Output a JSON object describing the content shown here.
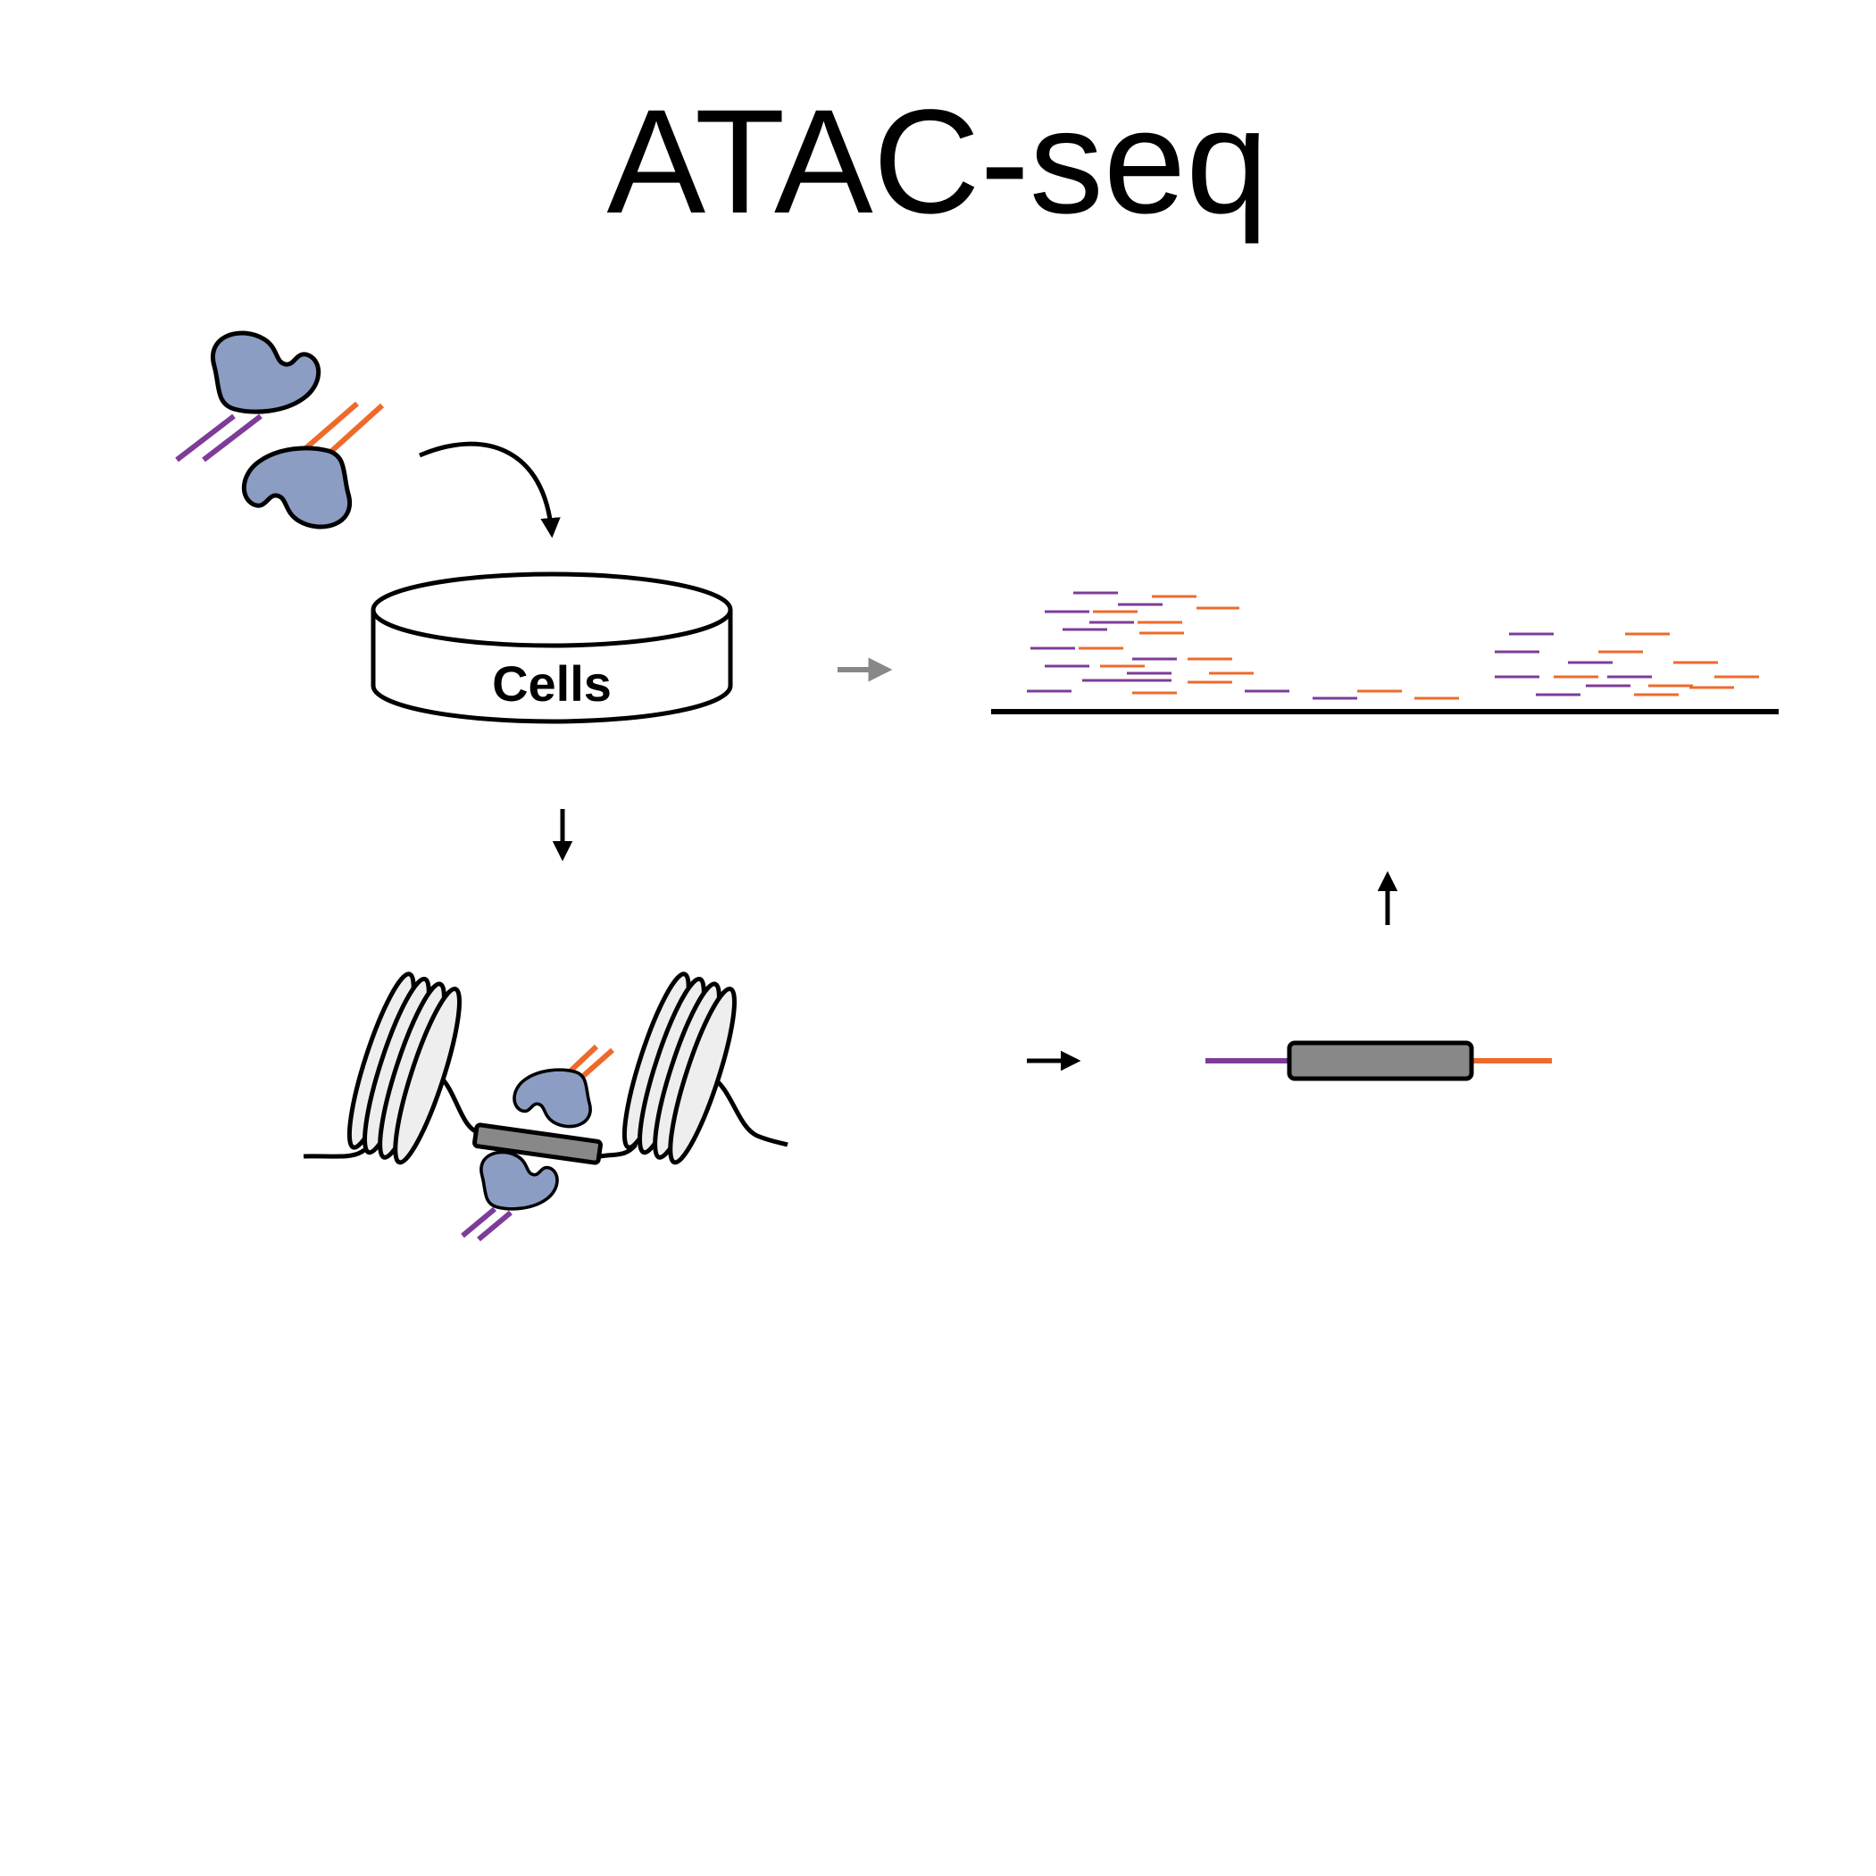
{
  "title": "ATAC-seq",
  "dish_label": "Cells",
  "colors": {
    "tn5": "#8B9DC3",
    "adapter_purple": "#7D3C98",
    "adapter_orange": "#EE6A2B",
    "nucleosome": "#EEEEEE",
    "fragment": "#888888",
    "ink": "#000000",
    "faded_arrow": "#888888"
  },
  "icons": {
    "transposase": "tn5-transposase-icon",
    "dish": "petri-dish-icon",
    "nucleosome": "nucleosome-icon",
    "fragment": "tagged-fragment-icon",
    "reads": "aligned-reads-pileup"
  }
}
